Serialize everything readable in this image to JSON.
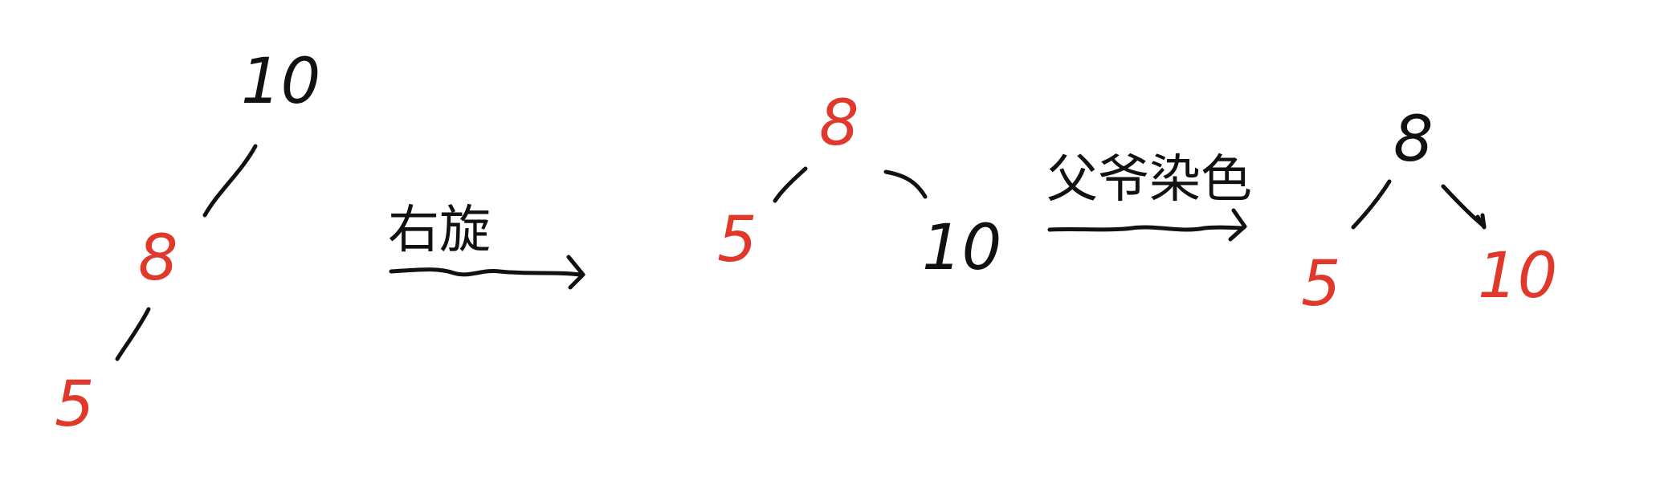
{
  "colors": {
    "ink": "#111111",
    "highlight": "#e0392b",
    "background": "#ffffff"
  },
  "stages": [
    {
      "nodes": [
        {
          "value": "10",
          "color": "black"
        },
        {
          "value": "8",
          "color": "red"
        },
        {
          "value": "5",
          "color": "red"
        }
      ]
    },
    {
      "nodes": [
        {
          "value": "8",
          "color": "red"
        },
        {
          "value": "5",
          "color": "red"
        },
        {
          "value": "10",
          "color": "black"
        }
      ]
    },
    {
      "nodes": [
        {
          "value": "8",
          "color": "black"
        },
        {
          "value": "5",
          "color": "red"
        },
        {
          "value": "10",
          "color": "red"
        }
      ]
    }
  ],
  "arrows": [
    {
      "label": "右旋"
    },
    {
      "label": "父爷染色"
    }
  ]
}
